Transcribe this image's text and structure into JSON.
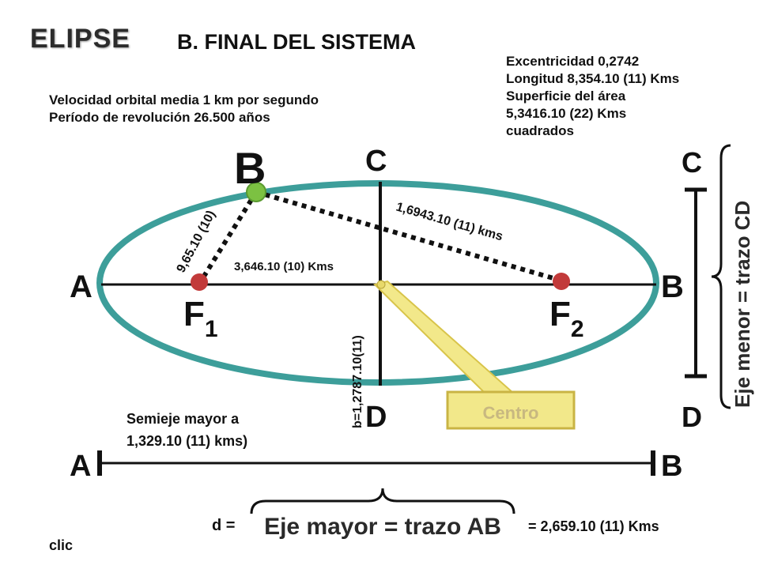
{
  "header": {
    "logo_text": "ELIPSE",
    "title": "B.  FINAL DEL SISTEMA"
  },
  "info_left": {
    "line1": "Velocidad orbital media 1 km por segundo",
    "line2": "Período de revolución 26.500 años"
  },
  "info_right": {
    "line1": "Excentricidad 0,2742",
    "line2": "Longitud 8,354.10 (11) Kms",
    "line3": "Superficie del área",
    "line4": "5,3416.10 (22) Kms",
    "line5": "cuadrados"
  },
  "diagram": {
    "point_b_label": "B",
    "label_c": "C",
    "label_d": "D",
    "label_a": "A",
    "label_b": "B",
    "label_f1": "F",
    "label_f1_sub": "1",
    "label_f2": "F",
    "label_f2_sub": "2",
    "dist_bf1": "9,65.10 (10)",
    "dist_bf2": "1,6943.10 (11) kms",
    "dist_f1_center": "3,646.10 (10) Kms",
    "semi_minor": "b=1,2787.10(11)",
    "center_label": "Centro",
    "semi_major_line1": "Semieje mayor a",
    "semi_major_line2": "1,329.10 (11) kms)"
  },
  "minor_axis": {
    "label_c": "C",
    "label_d": "D",
    "brace_text": "Eje menor = trazo CD"
  },
  "major_axis": {
    "label_a": "A",
    "label_b": "B",
    "d_label": "d =",
    "brace_text": "Eje mayor = trazo AB",
    "value": "= 2,659.10 (11) Kms"
  },
  "footer": {
    "clic": "clic"
  },
  "colors": {
    "ellipse": "#3d9e9a",
    "focus": "#c23a3a",
    "point_b": "#7cc142",
    "center_callout": "#e8d96a",
    "axis": "#111111"
  }
}
